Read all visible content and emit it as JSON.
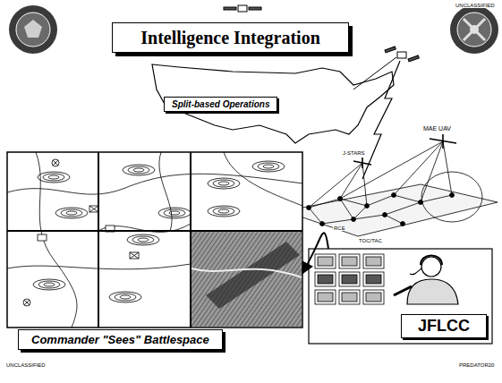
{
  "diagram": {
    "title": "Intelligence Integration",
    "nodes": [
      {
        "text": [
          "Split-based Operations"
        ]
      },
      {
        "text": [
          "Commander \"Sees\" Battlespace"
        ]
      },
      {
        "text": [
          "JFLCC"
        ]
      }
    ],
    "edges": [
      {
        "from": 2,
        "to": 1,
        "arrow": "to"
      }
    ],
    "labels": [
      "UNCLASSIFIED",
      "MAE UAV",
      "J-STARS",
      "RCE",
      "TOC/TAC",
      "UNCLASSIFIED",
      "PREDATOR20"
    ]
  }
}
